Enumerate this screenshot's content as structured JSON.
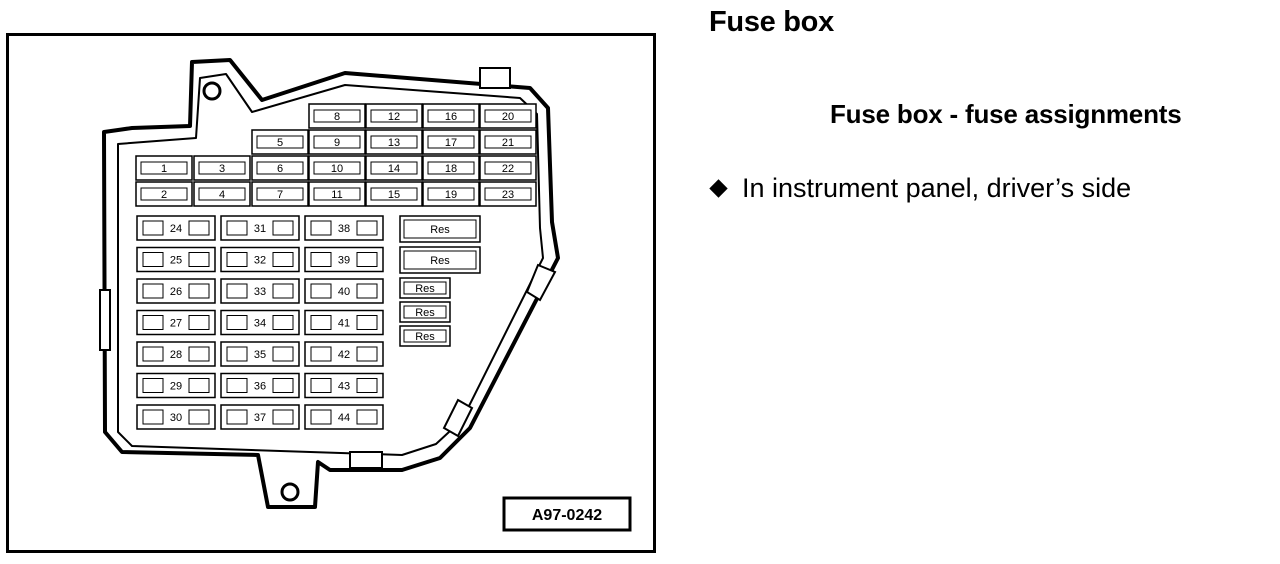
{
  "header": {
    "title": "Fuse box",
    "subtitle": "Fuse box - fuse assignments"
  },
  "info": {
    "bullet_text": "In instrument panel, driver’s side"
  },
  "diagram": {
    "reference_code": "A97-0242",
    "small_fuses": [
      "1",
      "2",
      "3",
      "4",
      "5",
      "6",
      "7",
      "8",
      "9",
      "10",
      "11",
      "12",
      "13",
      "14",
      "15",
      "16",
      "17",
      "18",
      "19",
      "20",
      "21",
      "22",
      "23"
    ],
    "large_fuses": [
      "24",
      "25",
      "26",
      "27",
      "28",
      "29",
      "30",
      "31",
      "32",
      "33",
      "34",
      "35",
      "36",
      "37",
      "38",
      "39",
      "40",
      "41",
      "42",
      "43",
      "44"
    ],
    "relay_slots": [
      "Res",
      "Res",
      "Res",
      "Res",
      "Res"
    ]
  }
}
